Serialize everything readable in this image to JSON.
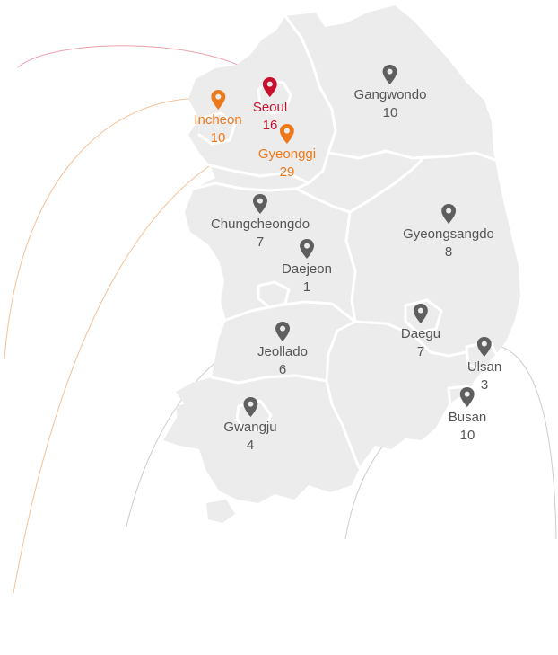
{
  "colors": {
    "map_fill": "#ececec",
    "border": "#ffffff",
    "pin_gray": "#5f5f5f",
    "pin_red": "#c8102e",
    "pin_orange": "#ec7a1c",
    "text_gray": "#555555",
    "curve_gray": "#c8c8c8",
    "curve_orange": "#f4c198",
    "curve_red": "#e9a2ad"
  },
  "regions": {
    "seoul": {
      "name": "Seoul",
      "count": "16",
      "color": "red"
    },
    "incheon": {
      "name": "Incheon",
      "count": "10",
      "color": "orange"
    },
    "gyeonggi": {
      "name": "Gyeonggi",
      "count": "29",
      "color": "orange"
    },
    "gangwondo": {
      "name": "Gangwondo",
      "count": "10",
      "color": "gray"
    },
    "chungcheongdo": {
      "name": "Chungcheongdo",
      "count": "7",
      "color": "gray"
    },
    "daejeon": {
      "name": "Daejeon",
      "count": "1",
      "color": "gray"
    },
    "gyeongsangdo": {
      "name": "Gyeongsangdo",
      "count": "8",
      "color": "gray"
    },
    "daegu": {
      "name": "Daegu",
      "count": "7",
      "color": "gray"
    },
    "jeollado": {
      "name": "Jeollado",
      "count": "6",
      "color": "gray"
    },
    "ulsan": {
      "name": "Ulsan",
      "count": "3",
      "color": "gray"
    },
    "gwangju": {
      "name": "Gwangju",
      "count": "4",
      "color": "gray"
    },
    "busan": {
      "name": "Busan",
      "count": "10",
      "color": "gray"
    }
  },
  "icons": {
    "marker": "map-pin-icon"
  }
}
